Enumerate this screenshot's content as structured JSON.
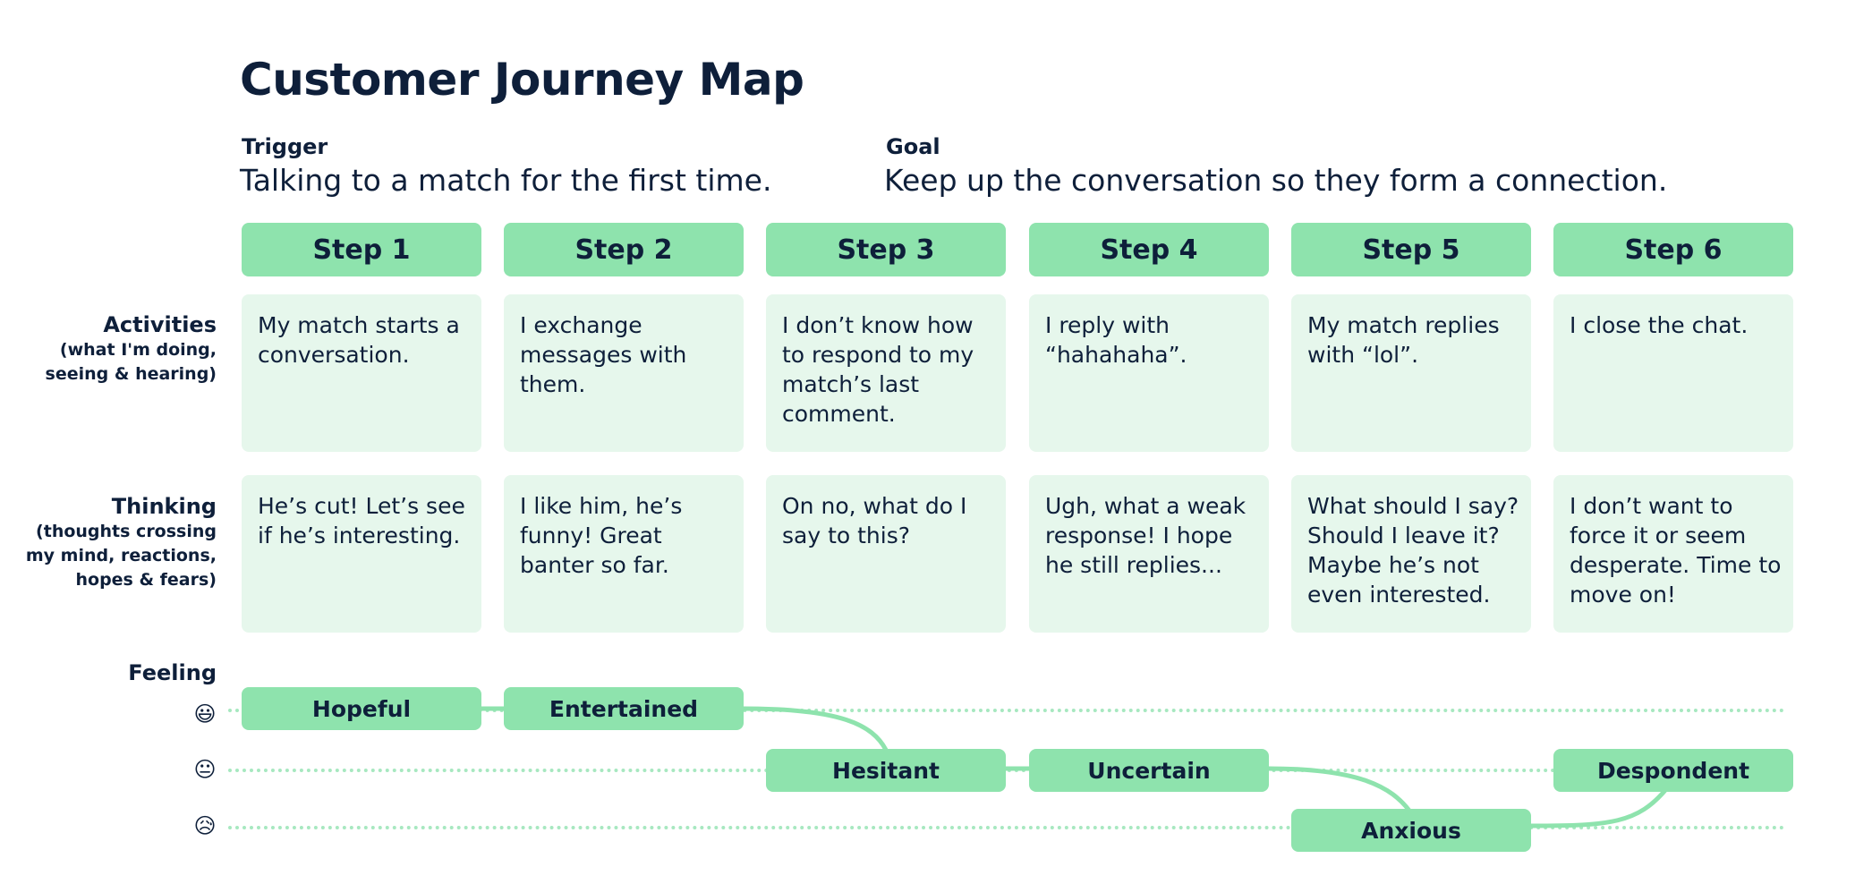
{
  "title": "Customer Journey Map",
  "trigger": {
    "label": "Trigger",
    "text": "Talking to a match for the first time."
  },
  "goal": {
    "label": "Goal",
    "text": "Keep up the conversation so they form a connection."
  },
  "steps": [
    "Step 1",
    "Step 2",
    "Step 3",
    "Step 4",
    "Step 5",
    "Step 6"
  ],
  "rows": {
    "activities": {
      "label": "Activities",
      "sub": [
        "(what I'm doing,",
        "seeing & hearing)"
      ],
      "cells": [
        "My match starts a conversation.",
        "I exchange messages with them.",
        "I don’t know how to respond to my match’s last comment.",
        "I reply with “hahahaha”.",
        "My match replies with “lol”.",
        "I close the chat."
      ]
    },
    "thinking": {
      "label": "Thinking",
      "sub": [
        "(thoughts crossing",
        "my mind, reactions,",
        "hopes & fears)"
      ],
      "cells": [
        "He’s cut! Let’s see if he’s interesting.",
        "I like him, he’s funny! Great banter so far.",
        "On no, what do I say to this?",
        "Ugh, what a weak response! I hope he still replies...",
        "What should I say? Should I leave it? Maybe he’s not even interested.",
        "I don’t want to force it or seem desperate. Time to move on!"
      ]
    },
    "feeling": {
      "label": "Feeling",
      "levels": [
        {
          "icon": "grinning-face-icon",
          "glyph": "😃"
        },
        {
          "icon": "neutral-face-icon",
          "glyph": "😐"
        },
        {
          "icon": "sad-sweat-face-icon",
          "glyph": "😥"
        }
      ],
      "feelings": [
        {
          "label": "Hopeful",
          "level": 0
        },
        {
          "label": "Entertained",
          "level": 0
        },
        {
          "label": "Hesitant",
          "level": 1
        },
        {
          "label": "Uncertain",
          "level": 1
        },
        {
          "label": "Anxious",
          "level": 2
        },
        {
          "label": "Despondent",
          "level": 1
        }
      ]
    }
  },
  "colors": {
    "accent": "#8ee3ad",
    "cell_bg": "#e6f7ec",
    "text": "#0e1f3a",
    "dots": "#a7e8c0"
  }
}
